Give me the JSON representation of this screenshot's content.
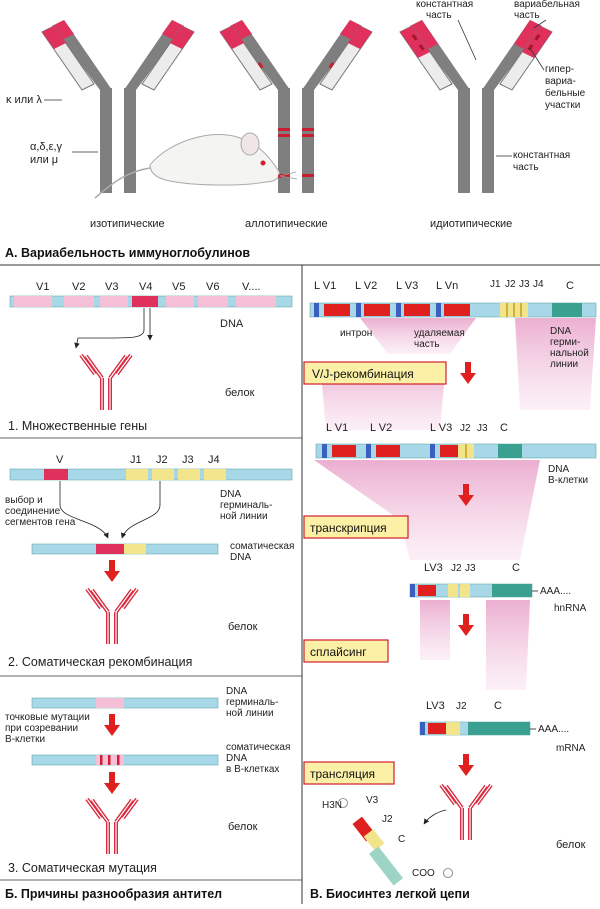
{
  "section_a": {
    "title": "А. Вариабельность иммуноглобулинов",
    "light_chain_label": "κ или λ",
    "heavy_chain_label_1": "α,δ,ε,γ",
    "heavy_chain_label_2": "или μ",
    "label_const_top_1": "константная",
    "label_const_top_2": "часть",
    "label_var_top_1": "вариабельная",
    "label_var_top_2": "часть",
    "label_hyper_1": "гипер-",
    "label_hyper_2": "вариа-",
    "label_hyper_3": "бельные",
    "label_hyper_4": "участки",
    "label_const_bottom_1": "константная",
    "label_const_bottom_2": "часть",
    "isotypic": "изотипические",
    "allotypic": "аллотипические",
    "idiotypic": "идиотипические"
  },
  "panel_1": {
    "genes": [
      "V1",
      "V2",
      "V3",
      "V4",
      "V5",
      "V6",
      "V...."
    ],
    "dna": "DNA",
    "protein": "белок",
    "caption": "1. Множественные гены"
  },
  "panel_2": {
    "segments": [
      "V",
      "J1",
      "J2",
      "J3",
      "J4"
    ],
    "select_1": "выбор и",
    "select_2": "соединение",
    "select_3": "сегментов гена",
    "dna_germ_1": "DNA",
    "dna_germ_2": "герминаль-",
    "dna_germ_3": "ной линии",
    "somatic_1": "соматическая",
    "somatic_2": "DNA",
    "protein": "белок",
    "caption": "2. Соматическая рекомбинация"
  },
  "panel_3": {
    "dna_germ_1": "DNA",
    "dna_germ_2": "герминаль-",
    "dna_germ_3": "ной линии",
    "point_1": "точковые мутации",
    "point_2": "при созревании",
    "point_3": "В-клетки",
    "somatic_1": "соматическая",
    "somatic_2": "DNA",
    "somatic_3": "в В-клетках",
    "protein": "белок",
    "caption": "3. Соматическая мутация"
  },
  "section_b_title": "Б. Причины разнообразия антител",
  "section_v": {
    "germ_segments": [
      "L V1",
      "L V2",
      "L V3",
      "L Vn",
      "J1",
      "J2",
      "J3",
      "J4",
      "C"
    ],
    "intron": "интрон",
    "removed_1": "удаляемая",
    "removed_2": "часть",
    "dna_germ_1": "DNA",
    "dna_germ_2": "герми-",
    "dna_germ_3": "нальной",
    "dna_germ_4": "линии",
    "step_vj": "V/J-рекомбинация",
    "b_segments": [
      "L V1",
      "L V2",
      "L V3",
      "J2",
      "J3",
      "C"
    ],
    "dna_b_1": "DNA",
    "dna_b_2": "В-клетки",
    "step_transcription": "транскрипция",
    "hn_segments": [
      "LV3",
      "J2",
      "J3",
      "C"
    ],
    "poly_a_1": "AAA....",
    "hnrna": "hnRNA",
    "step_splicing": "сплайсинг",
    "m_segments": [
      "LV3",
      "J2",
      "C"
    ],
    "poly_a_2": "AAA....",
    "mrna": "mRNA",
    "step_translation": "трансляция",
    "n_term": "H3N",
    "chain_labels": [
      "V3",
      "J2",
      "C"
    ],
    "c_term": "COO",
    "protein": "белок",
    "title": "В. Биосинтез легкой цепи"
  }
}
